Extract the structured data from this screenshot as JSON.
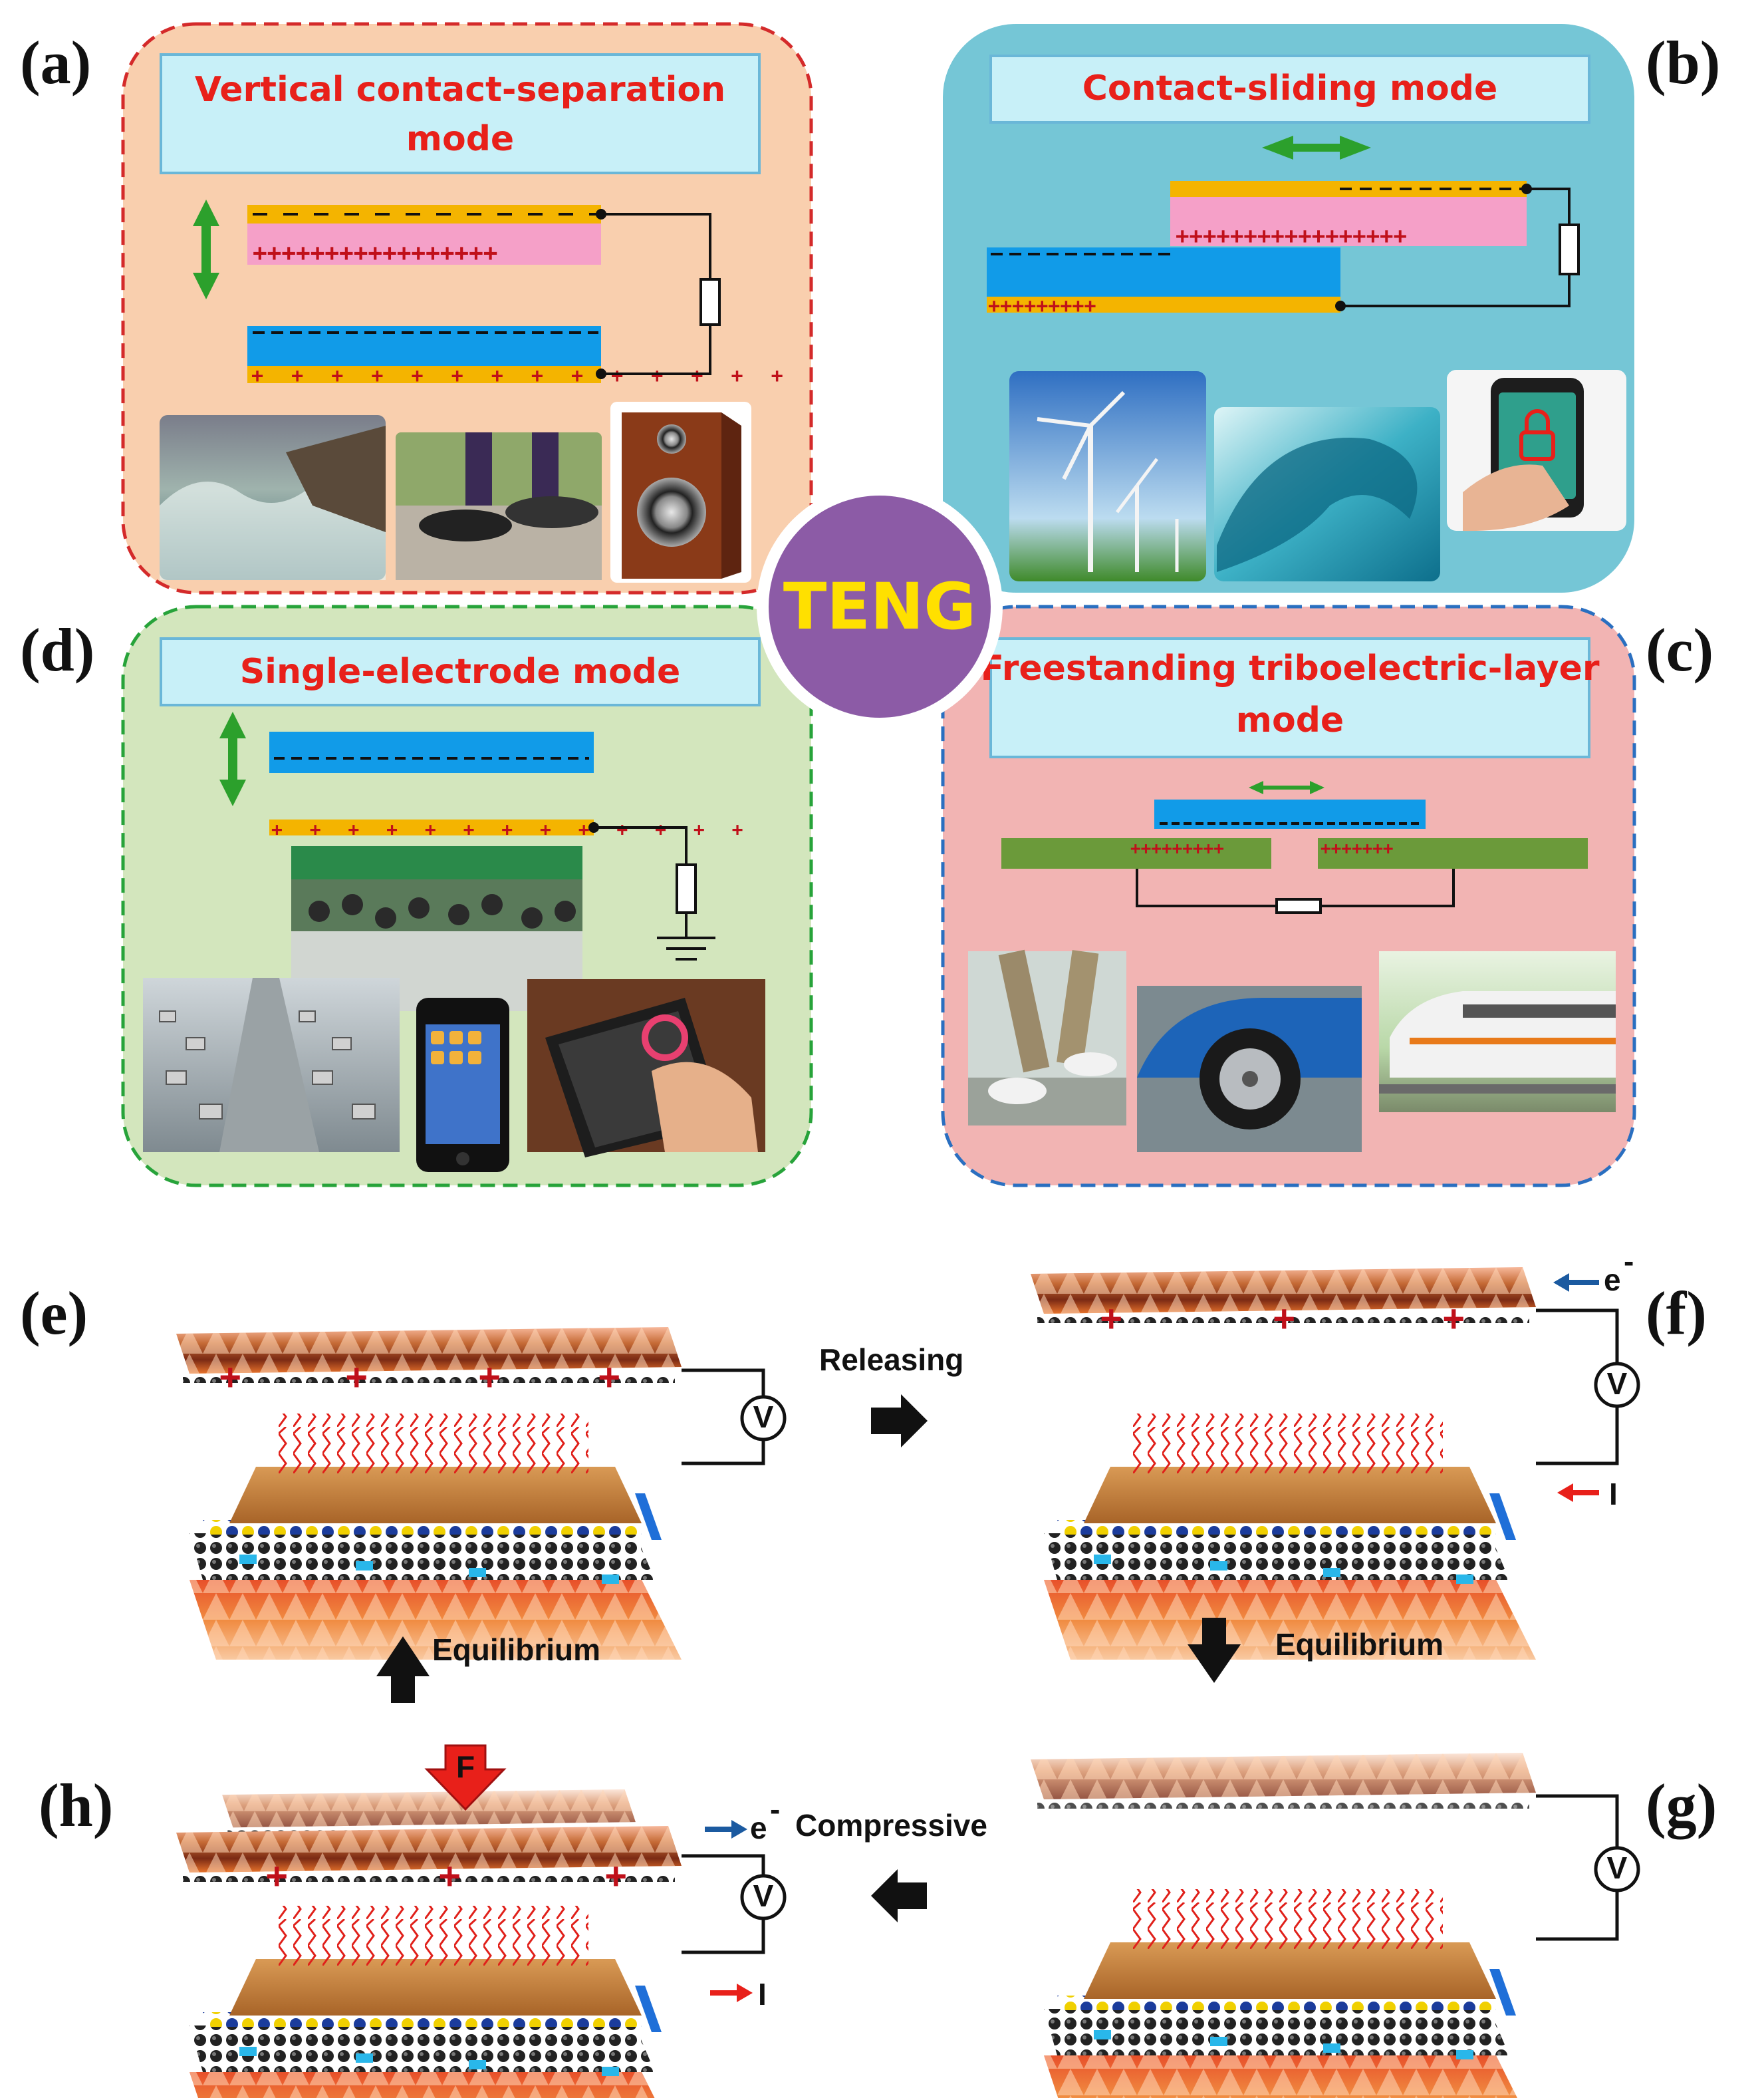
{
  "panels": {
    "a": {
      "label": "(a)",
      "title_lines": [
        "Vertical contact-separation",
        "mode"
      ]
    },
    "b": {
      "label": "(b)",
      "title_lines": [
        "Contact-sliding mode"
      ]
    },
    "c": {
      "label": "(c)",
      "title_lines": [
        "Freestanding triboelectric-layer",
        "mode"
      ]
    },
    "d": {
      "label": "(d)",
      "title_lines": [
        "Single-electrode mode"
      ]
    }
  },
  "center": {
    "text": "TENG"
  },
  "cycle": {
    "labels": {
      "e": "(e)",
      "f": "(f)",
      "g": "(g)",
      "h": "(h)"
    },
    "releasing": "Releasing",
    "equilibrium_left": "Equilibrium",
    "equilibrium_right": "Equilibrium",
    "compressive": "Compressive",
    "electron_f": "e",
    "electron_sup_f": "-",
    "current_f": "I",
    "electron_h": "e",
    "electron_sup_h": "-",
    "current_h": "I",
    "force": "F",
    "voltmeter": "V"
  },
  "colors": {
    "panel_a_bg": "#f9cfae",
    "panel_a_border": "#d42a2a",
    "panel_b_bg": "#75c6d6",
    "panel_c_bg": "#f2b4b3",
    "panel_c_border": "#2a6fc0",
    "panel_d_bg": "#d3e6bd",
    "panel_d_border": "#27a33a",
    "title_box": "#c8f0f8",
    "title_text": "#e8201a",
    "teng_circle": "#8c5ba6",
    "teng_text": "#ffe000",
    "dielectric_pink": "#f5a0c8",
    "electrode_blue": "#119be8",
    "electrode_gold": "#f4b400",
    "electrode_green": "#6b9a3a",
    "arrow_green": "#2ca02c"
  },
  "icons": {
    "a": [
      "ocean-waves-photo",
      "walking-shoes-photo",
      "loudspeaker-photo"
    ],
    "b": [
      "wind-turbines-photo",
      "wave-photo",
      "smartphone-touch-photo"
    ],
    "c": [
      "walking-legs-photo",
      "car-tire-photo",
      "high-speed-train-photo"
    ],
    "d": [
      "traffic-jam-photo",
      "crowd-photo",
      "iphone-photo",
      "tablet-touch-photo"
    ]
  }
}
